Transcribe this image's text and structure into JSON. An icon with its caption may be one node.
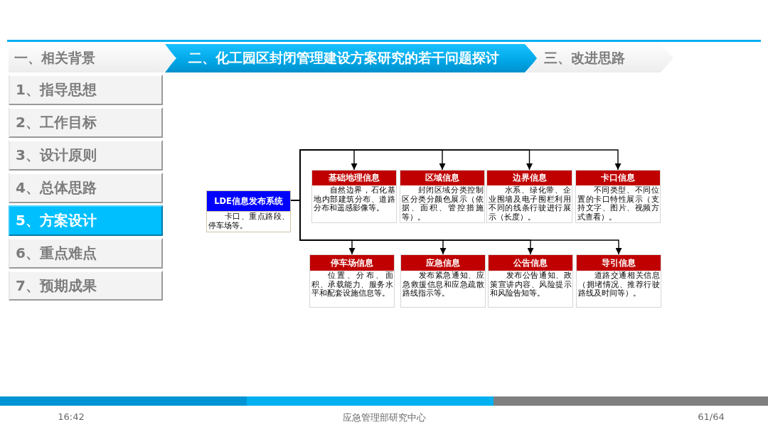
{
  "diagram": {
    "nodes": [
      {
        "text": [
          "一、相关背景"
        ]
      },
      {
        "text": [
          "二、化工园区封闭管理建设方案研究的若干问题探讨"
        ]
      },
      {
        "text": [
          "三、改进思路"
        ]
      },
      {
        "text": [
          "1、指导思想"
        ]
      },
      {
        "text": [
          "2、工作目标"
        ]
      },
      {
        "text": [
          "3、设计原则"
        ]
      },
      {
        "text": [
          "4、总体思路"
        ]
      },
      {
        "text": [
          "5、方案设计"
        ]
      },
      {
        "text": [
          "6、重点难点"
        ]
      },
      {
        "text": [
          "7、预期成果"
        ]
      },
      {
        "text": [
          "LDE信息发布系统",
          "卡口、重点路段、停车场等。"
        ]
      },
      {
        "text": [
          "基础地理信息",
          "自然边界，石化基地内部建筑分布、道路分布和遥感影像等。"
        ]
      },
      {
        "text": [
          "区域信息",
          "封闭区域分类控制区分类分颜色展示（依据、面积、管控措施等）。"
        ]
      },
      {
        "text": [
          "边界信息",
          "水系、绿化带、企业围墙及电子围栏利用不同的线条行驶进行展示（长度）。"
        ]
      },
      {
        "text": [
          "卡口信息",
          "不同类型、不同位置的卡口特性展示（支持文字、图片、视频方式查看）。"
        ]
      },
      {
        "text": [
          "停车场信息",
          "位置、分布、面积、承载能力、服务水平和配套设施信息等。"
        ]
      },
      {
        "text": [
          "应急信息",
          "发布紧急通知、应急救援信息和应急疏散路线指示等。"
        ]
      },
      {
        "text": [
          "公告信息",
          "发布公告通知、政策宣讲内容、风险提示和风险告知等。"
        ]
      },
      {
        "text": [
          "导引信息",
          "道路交通相关信息（拥堵情况、推荐行驶路线及时间等）。"
        ]
      }
    ],
    "edges": [
      {
        "from": 10,
        "to": 11,
        "arrow": "to"
      },
      {
        "from": 10,
        "to": 12,
        "arrow": "to"
      },
      {
        "from": 10,
        "to": 13,
        "arrow": "to"
      },
      {
        "from": 10,
        "to": 14,
        "arrow": "to"
      },
      {
        "from": 10,
        "to": 15,
        "arrow": "to"
      },
      {
        "from": 10,
        "to": 16,
        "arrow": "to"
      },
      {
        "from": 10,
        "to": 17,
        "arrow": "to"
      },
      {
        "from": 10,
        "to": 18,
        "arrow": "to"
      }
    ],
    "labels": [
      "16:42",
      "应急管理部研究中心",
      "61/64"
    ]
  }
}
